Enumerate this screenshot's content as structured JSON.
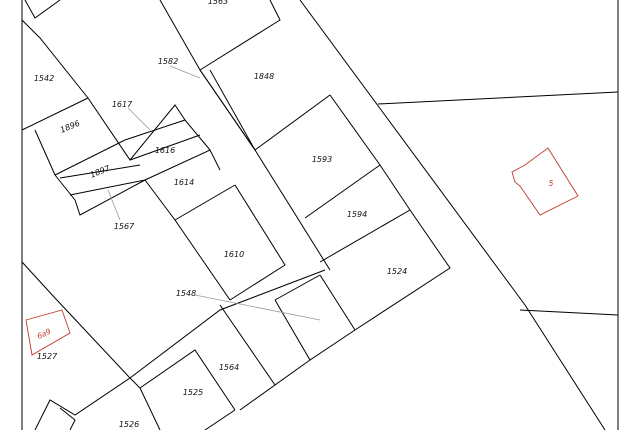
{
  "map": {
    "parcels": [
      "1563",
      "1582",
      "1848",
      "1542",
      "1617",
      "1896",
      "1616",
      "1897",
      "1614",
      "1593",
      "1594",
      "1567",
      "1610",
      "1524",
      "1548",
      "1527",
      "1564",
      "1525",
      "1526"
    ],
    "buildings": [
      "5",
      "6a9"
    ],
    "colors": {
      "boundary": "#000000",
      "building": "#c0392b",
      "leader": "#9a9a9a",
      "background": "#ffffff"
    }
  }
}
